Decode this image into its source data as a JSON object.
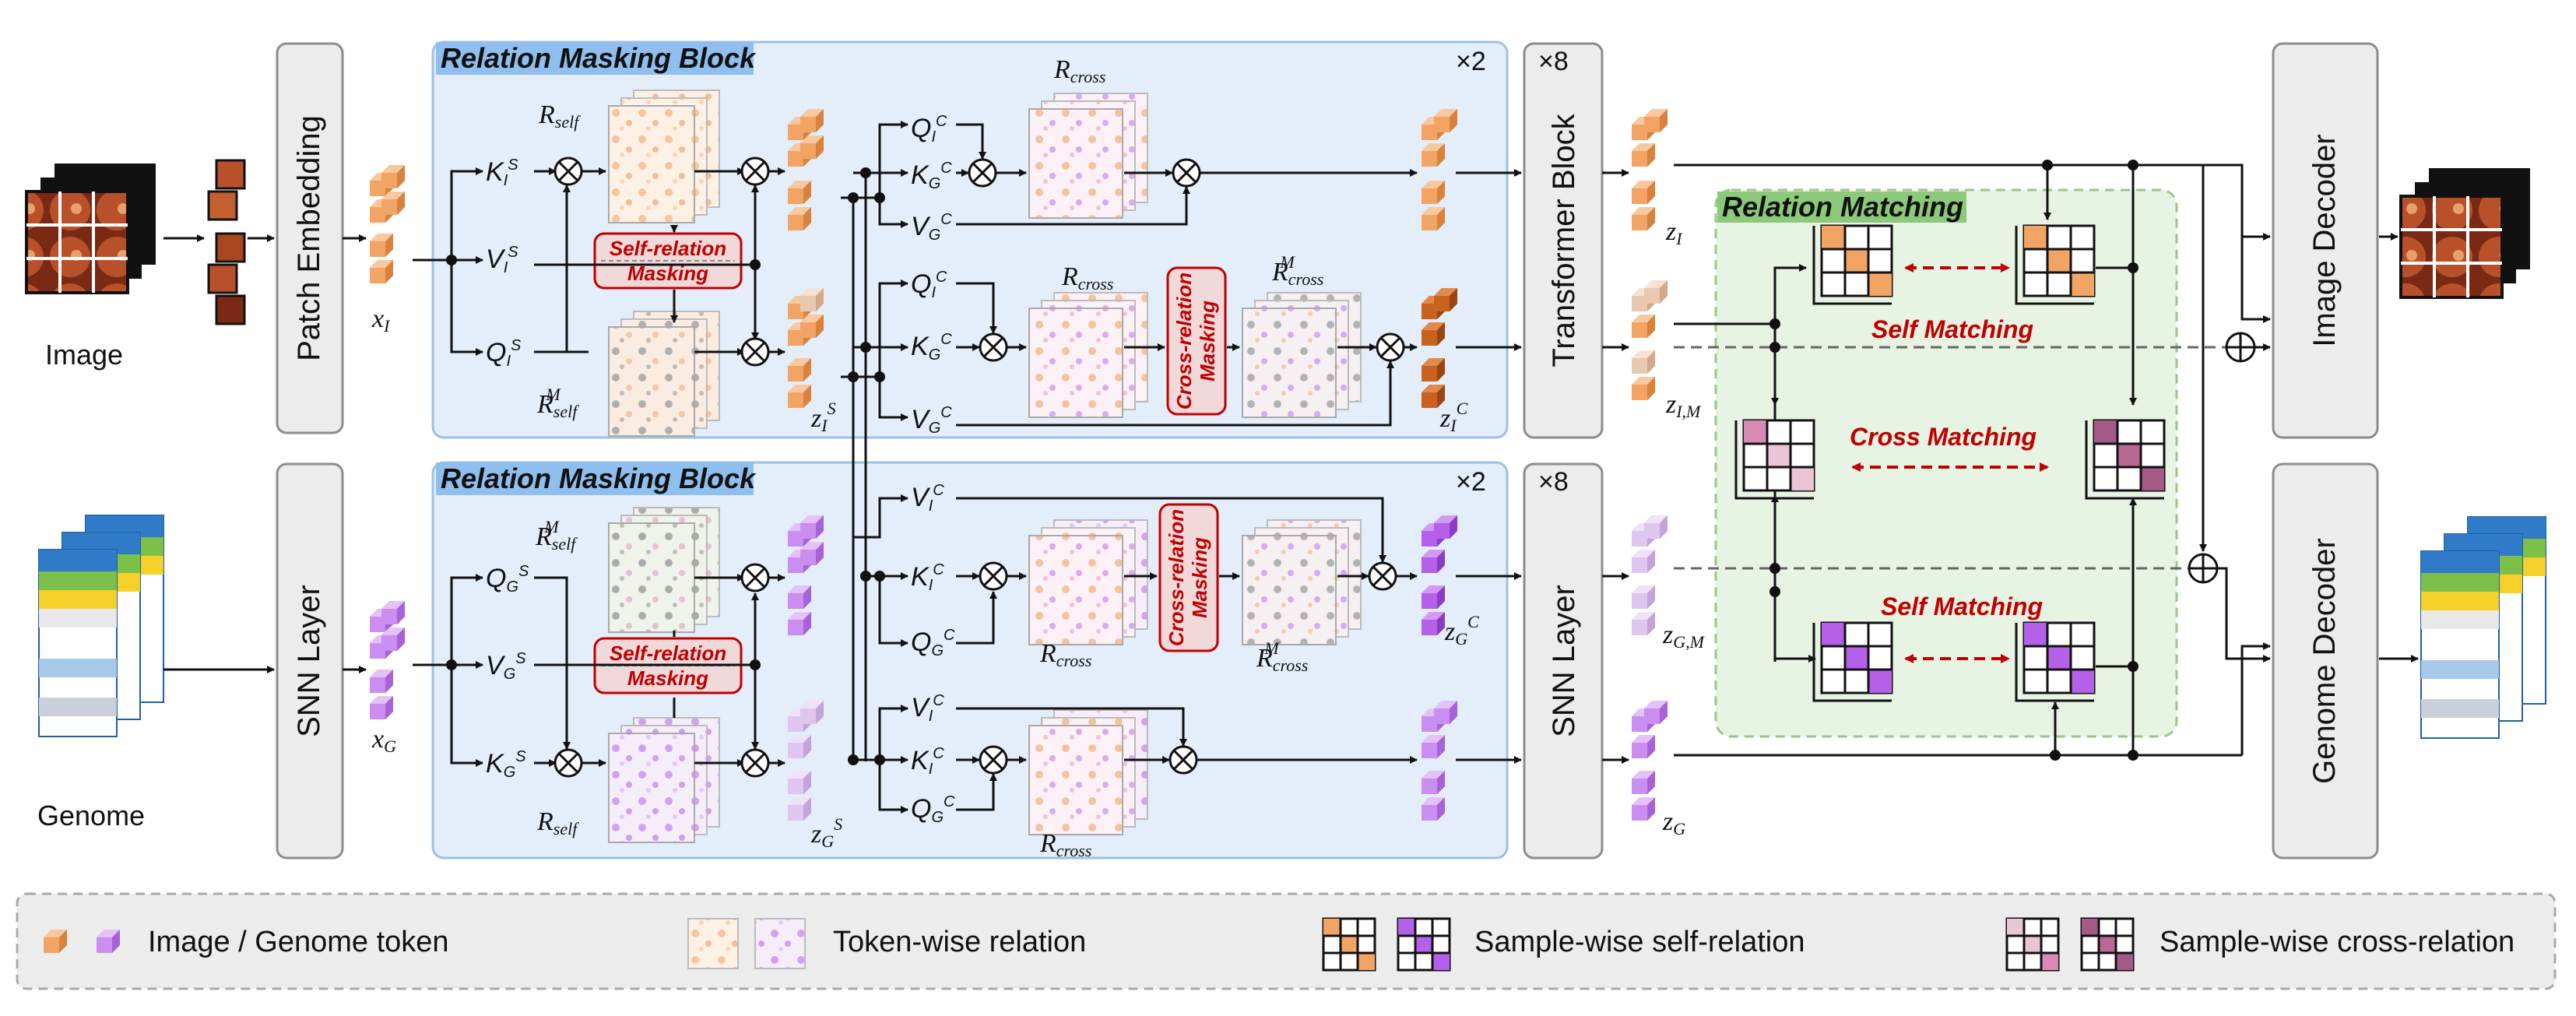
{
  "inputs": {
    "image": "Image",
    "genome": "Genome"
  },
  "modules": {
    "patch_embedding": "Patch Embedding",
    "snn_layer": "SNN Layer",
    "transformer_block": "Transformer Block",
    "snn_layer_2": "SNN Layer",
    "image_decoder": "Image Decoder",
    "genome_decoder": "Genome Decoder"
  },
  "blocks": {
    "rmb_top": "Relation Masking Block",
    "rmb_bottom": "Relation Masking Block",
    "rmb_top_repeat": "×2",
    "rmb_bottom_repeat": "×2",
    "transformer_repeat": "×8",
    "snn_repeat": "×8",
    "relation_matching": "Relation Matching"
  },
  "masking": {
    "self_relation": [
      "Self-relation",
      "Masking"
    ],
    "cross_relation": [
      "Cross-relation",
      "Masking"
    ]
  },
  "matching": {
    "self_matching": "Self Matching",
    "cross_matching": "Cross Matching"
  },
  "legend": {
    "token": "Image / Genome token",
    "token_relation": "Token-wise relation",
    "sample_self": "Sample-wise self-relation",
    "sample_cross": "Sample-wise cross-relation"
  },
  "colors": {
    "image_token": "#f2a464",
    "genome_token": "#c98ef0",
    "rmb_bg": "#e3eefa",
    "rmb_border": "#9dc0e6",
    "rmb_title_bg": "#8fbfef",
    "match_bg": "#e7f3e3",
    "match_border": "#9bc68a",
    "match_title_bg": "#8cc97a",
    "mask_text": "#c00000",
    "module_bg": "#ececec"
  }
}
